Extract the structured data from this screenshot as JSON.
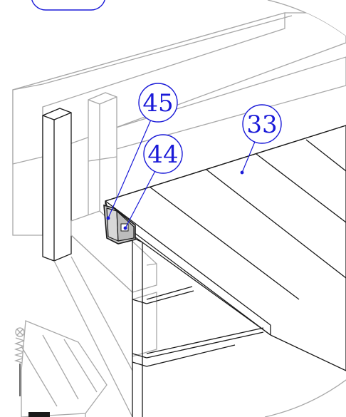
{
  "callouts": [
    {
      "id": "45",
      "label": "45"
    },
    {
      "id": "44",
      "label": "44"
    },
    {
      "id": "33",
      "label": "33"
    }
  ],
  "colors": {
    "callout": "#1a1ad8",
    "background_parts": "#a8a8a8",
    "highlight_parts": "#1a1a1a",
    "bracket_fill": "#c8c8c8"
  }
}
